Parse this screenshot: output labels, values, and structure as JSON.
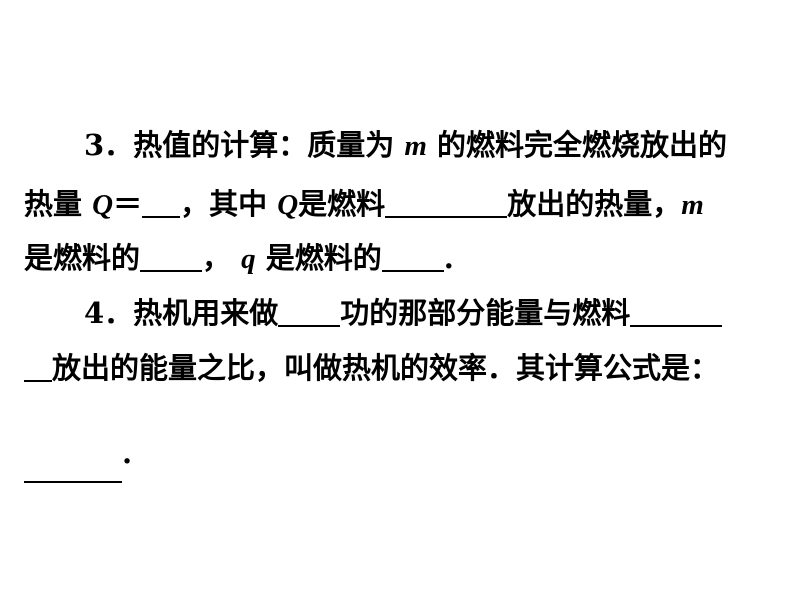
{
  "item3": {
    "number": "3．",
    "heading": "热值的计算：",
    "l1_text_a": "质量为",
    "l1_var_m": "m",
    "l1_text_b": "的燃料完全燃烧放出的",
    "l2_text_a": "热量",
    "l2_var_Q": "Q",
    "l2_text_b": "＝",
    "l2_text_c": "，其中",
    "l2_var_Q2": "Q",
    "l2_text_d": "是燃料",
    "l2_text_e": "放出的热量，",
    "l2_var_m": "m",
    "l3_text_a": "是燃料的",
    "l3_text_b": "，",
    "l3_var_q": "q",
    "l3_text_c": "是燃料的",
    "l3_text_d": "."
  },
  "item4": {
    "number": "4．",
    "l1_text_a": "热机用来做",
    "l1_text_b": "功的那部分能量与燃料",
    "l2_text_a": "放出的能量之比，叫做热机的效率．其计算公式是：",
    "l3_text": "."
  }
}
